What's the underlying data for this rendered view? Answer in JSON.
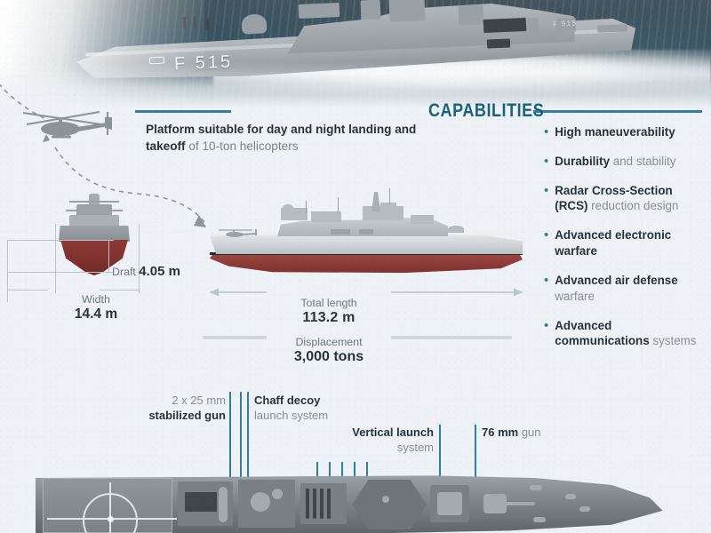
{
  "photo": {
    "hull_number": "F 515",
    "hull_number_small": "F 515",
    "alt": "naval frigate at sea"
  },
  "platform_note": {
    "bold": "Platform suitable for day and night landing and takeoff",
    "rest": " of 10-ton helicopters"
  },
  "capabilities": {
    "title": "CAPABILITIES",
    "items": [
      {
        "bold": "High maneuverability",
        "rest": ""
      },
      {
        "bold": "Durability",
        "rest": " and stability"
      },
      {
        "bold": "Radar Cross-Section (RCS)",
        "rest": " reduction design"
      },
      {
        "bold": "Advanced electronic warfare",
        "rest": ""
      },
      {
        "bold": "Advanced air defense",
        "rest": " warfare"
      },
      {
        "bold": "Advanced communications",
        "rest": " systems"
      }
    ]
  },
  "dimensions": {
    "draft_label": "Draft ",
    "draft_value": "4.05 m",
    "width_label": "Width",
    "width_value": "14.4 m",
    "length_label": "Total length",
    "length_value": "113.2 m",
    "displacement_label": "Displacement",
    "displacement_value": "3,000 tons"
  },
  "weapons": [
    {
      "bold": "2 x 25 mm",
      "rest": "stabilized gun",
      "bold_first": false
    },
    {
      "bold": "Chaff decoy",
      "rest": "launch system",
      "bold_first": true
    },
    {
      "bold": "Vertical launch",
      "rest": "system",
      "bold_first": true
    },
    {
      "bold": "76 mm",
      "rest": " gun",
      "bold_first": true
    }
  ],
  "colors": {
    "accent": "#2e7f9e",
    "accent_dark": "#18617f",
    "background": "#eef2f6",
    "text_dark": "#26323c",
    "text_muted": "#858f96",
    "hull_red": "#8a3a36"
  }
}
